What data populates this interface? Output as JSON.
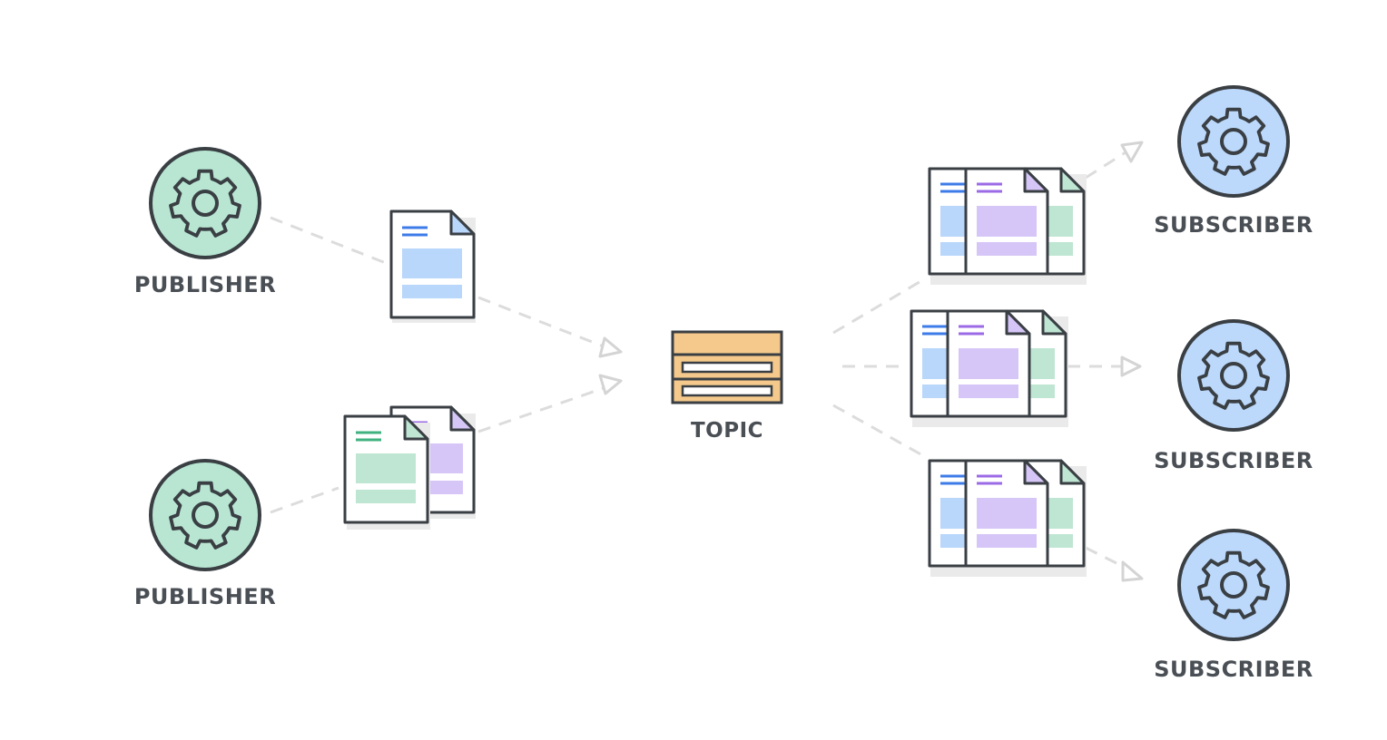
{
  "labels": {
    "publisher": "PUBLISHER",
    "topic": "TOPIC",
    "subscriber": "SUBSCRIBER"
  },
  "nodes": {
    "publishers": [
      {
        "id": "publisher-1",
        "label": "PUBLISHER"
      },
      {
        "id": "publisher-2",
        "label": "PUBLISHER"
      }
    ],
    "topic": {
      "id": "topic",
      "label": "TOPIC"
    },
    "subscribers": [
      {
        "id": "subscriber-1",
        "label": "SUBSCRIBER"
      },
      {
        "id": "subscriber-2",
        "label": "SUBSCRIBER"
      },
      {
        "id": "subscriber-3",
        "label": "SUBSCRIBER"
      }
    ]
  },
  "icons": {
    "node": "gear-icon",
    "message": "document-icon",
    "topic": "topic-queue-icon"
  },
  "colors": {
    "publisher_fill": "#b8e6d2",
    "subscriber_fill": "#bcd9fb",
    "topic_fill": "#f5c98b",
    "outline": "#3a3f44",
    "blue_doc": "#b9d6fb",
    "blue_line": "#3d7be8",
    "purple_doc": "#d6c6f7",
    "purple_line": "#9b6ae6",
    "green_doc": "#bfe6d3",
    "green_line": "#3fb27f",
    "connector": "#dcdcdc",
    "label": "#4a4f55"
  }
}
